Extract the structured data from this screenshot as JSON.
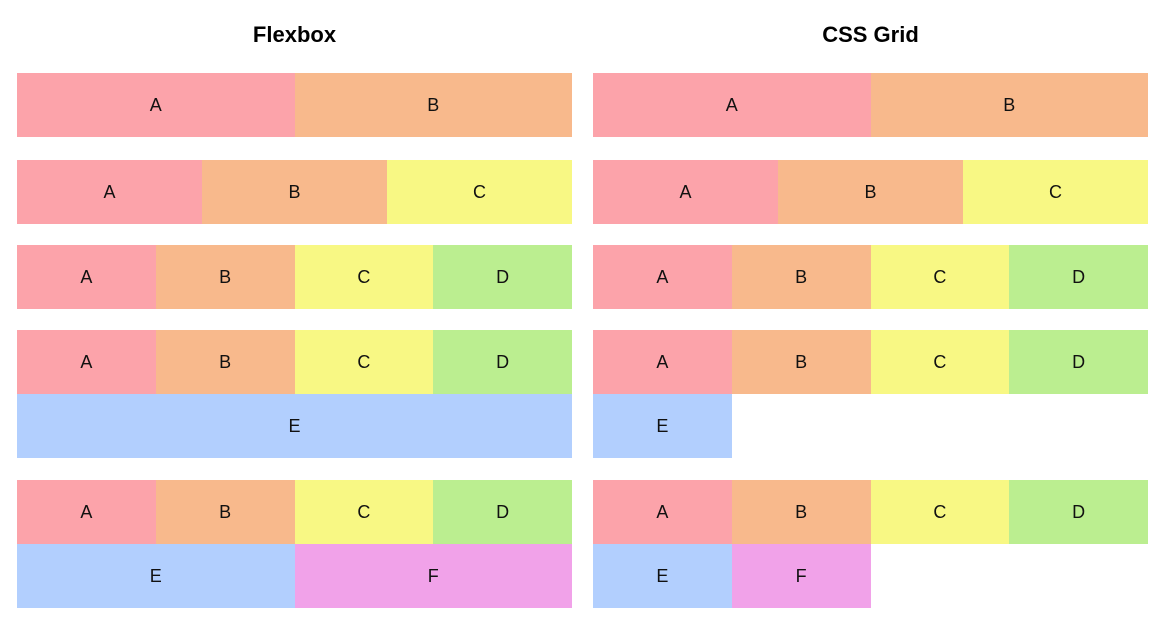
{
  "columns": [
    {
      "id": "flex",
      "title": "Flexbox",
      "demos": [
        {
          "cols": 2,
          "items": [
            "A",
            "B"
          ]
        },
        {
          "cols": 3,
          "items": [
            "A",
            "B",
            "C"
          ]
        },
        {
          "cols": 4,
          "items": [
            "A",
            "B",
            "C",
            "D"
          ]
        },
        {
          "cols": 4,
          "items": [
            "A",
            "B",
            "C",
            "D",
            "E"
          ]
        },
        {
          "cols": 4,
          "items": [
            "A",
            "B",
            "C",
            "D",
            "E",
            "F"
          ]
        }
      ]
    },
    {
      "id": "grid",
      "title": "CSS Grid",
      "demos": [
        {
          "cols": 2,
          "items": [
            "A",
            "B"
          ]
        },
        {
          "cols": 3,
          "items": [
            "A",
            "B",
            "C"
          ]
        },
        {
          "cols": 4,
          "items": [
            "A",
            "B",
            "C",
            "D"
          ]
        },
        {
          "cols": 4,
          "items": [
            "A",
            "B",
            "C",
            "D",
            "E"
          ]
        },
        {
          "cols": 4,
          "items": [
            "A",
            "B",
            "C",
            "D",
            "E",
            "F"
          ]
        }
      ]
    }
  ],
  "colors": {
    "A": "#fca3aa",
    "B": "#f8b98c",
    "C": "#f8f884",
    "D": "#bbee90",
    "E": "#b2cffe",
    "F": "#f1a2e9"
  }
}
